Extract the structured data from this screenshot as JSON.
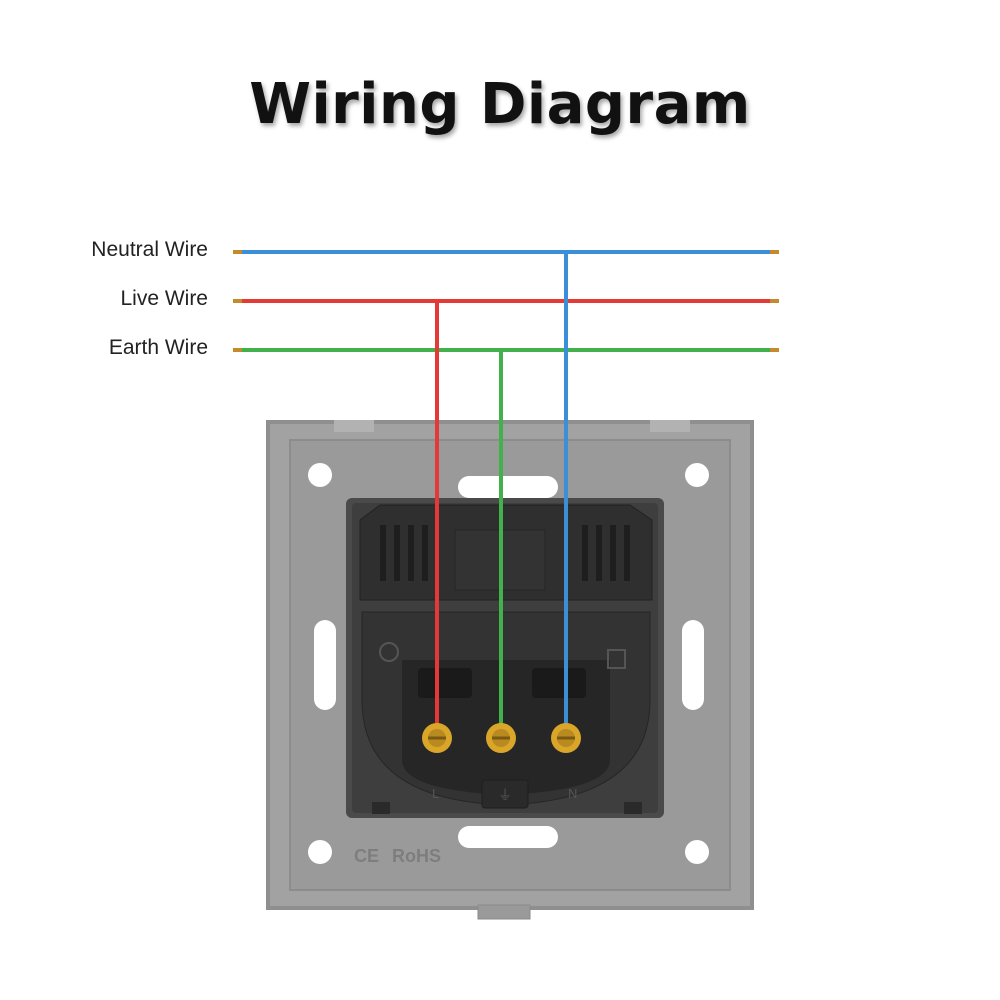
{
  "title": "Wiring Diagram",
  "wires": [
    {
      "id": "neutral",
      "label": "Neutral Wire",
      "color": "#3a8fd8"
    },
    {
      "id": "live",
      "label": "Live Wire",
      "color": "#e53935"
    },
    {
      "id": "earth",
      "label": "Earth Wire",
      "color": "#43b14b"
    }
  ],
  "terminals": [
    {
      "id": "live",
      "letter": "L"
    },
    {
      "id": "earth",
      "letter": "⏚"
    },
    {
      "id": "neutral",
      "letter": "N"
    }
  ],
  "plate_marks": {
    "ce": "CE",
    "rohs": "RoHS"
  },
  "colors": {
    "plate": "#9e9e9e",
    "plate_shadow": "#8a8a8a",
    "module": "#3b3b3b",
    "terminal_brass": "#d9a62a",
    "copper_tip": "#c48a2c"
  }
}
